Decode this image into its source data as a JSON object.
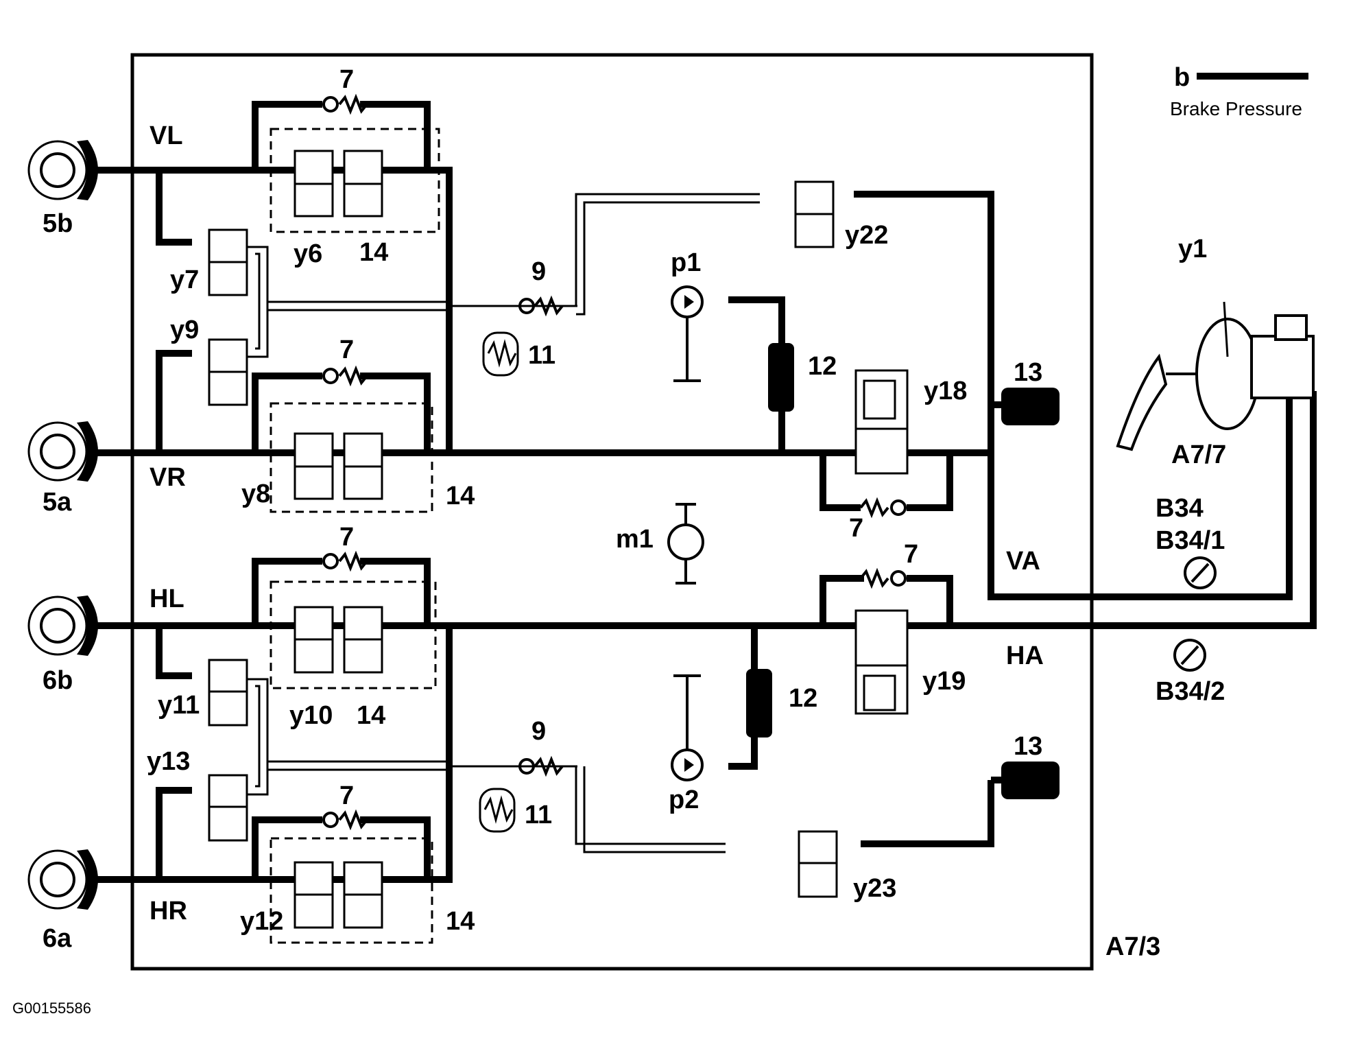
{
  "legend": {
    "symbol": "b",
    "text": "Brake Pressure",
    "line_color": "#000000"
  },
  "image_ref": "G00155586",
  "assembly": "A7/3",
  "brake_unit": "A7/7",
  "brake_unit_switch": "y1",
  "wheels": {
    "front_left": "5b",
    "front_right": "5a",
    "rear_left": "6b",
    "rear_right": "6a"
  },
  "circuits": {
    "vl": "VL",
    "vr": "VR",
    "hl": "HL",
    "hr": "HR",
    "va": "VA",
    "ha": "HA"
  },
  "valves": {
    "y6": "y6",
    "y7": "y7",
    "y8": "y8",
    "y9": "y9",
    "y10": "y10",
    "y11": "y11",
    "y12": "y12",
    "y13": "y13",
    "y18": "y18",
    "y19": "y19",
    "y22": "y22",
    "y23": "y23"
  },
  "pumps": {
    "p1": "p1",
    "p2": "p2"
  },
  "motor": "m1",
  "parts": {
    "check_valve": "7",
    "damper": "9",
    "accumulator": "11",
    "damper_chamber": "12",
    "accumulator_front": "13",
    "pressure_limit": "14"
  },
  "sensors": {
    "b34": "B34",
    "b34_1": "B34/1",
    "b34_2": "B34/2"
  }
}
